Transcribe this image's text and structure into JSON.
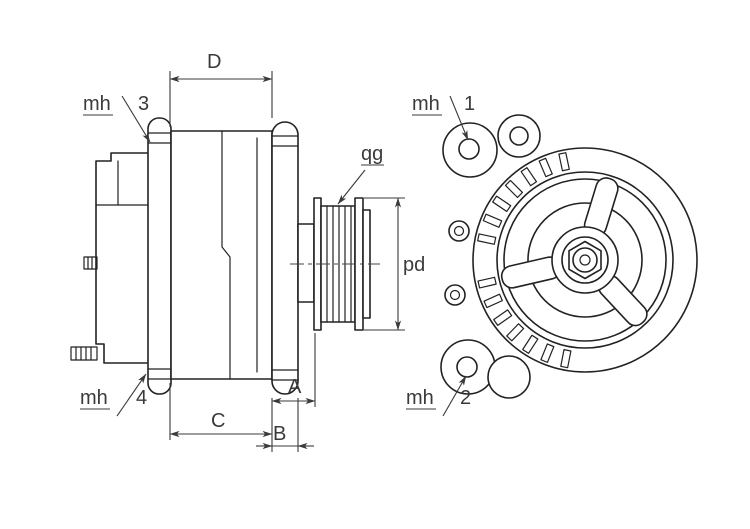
{
  "meta": {
    "background_color": "#ffffff",
    "line_color": "#222222",
    "annotation_color": "#3a3a3a"
  },
  "diagram": {
    "labels": {
      "mh1": {
        "prefix": "mh",
        "number": "1"
      },
      "mh2": {
        "prefix": "mh",
        "number": "2"
      },
      "mh3": {
        "prefix": "mh",
        "number": "3"
      },
      "mh4": {
        "prefix": "mh",
        "number": "4"
      },
      "qg": {
        "text": "qg"
      },
      "pd": {
        "text": "pd"
      }
    },
    "dimensions": {
      "A": "A",
      "B": "B",
      "C": "C",
      "D": "D"
    }
  }
}
